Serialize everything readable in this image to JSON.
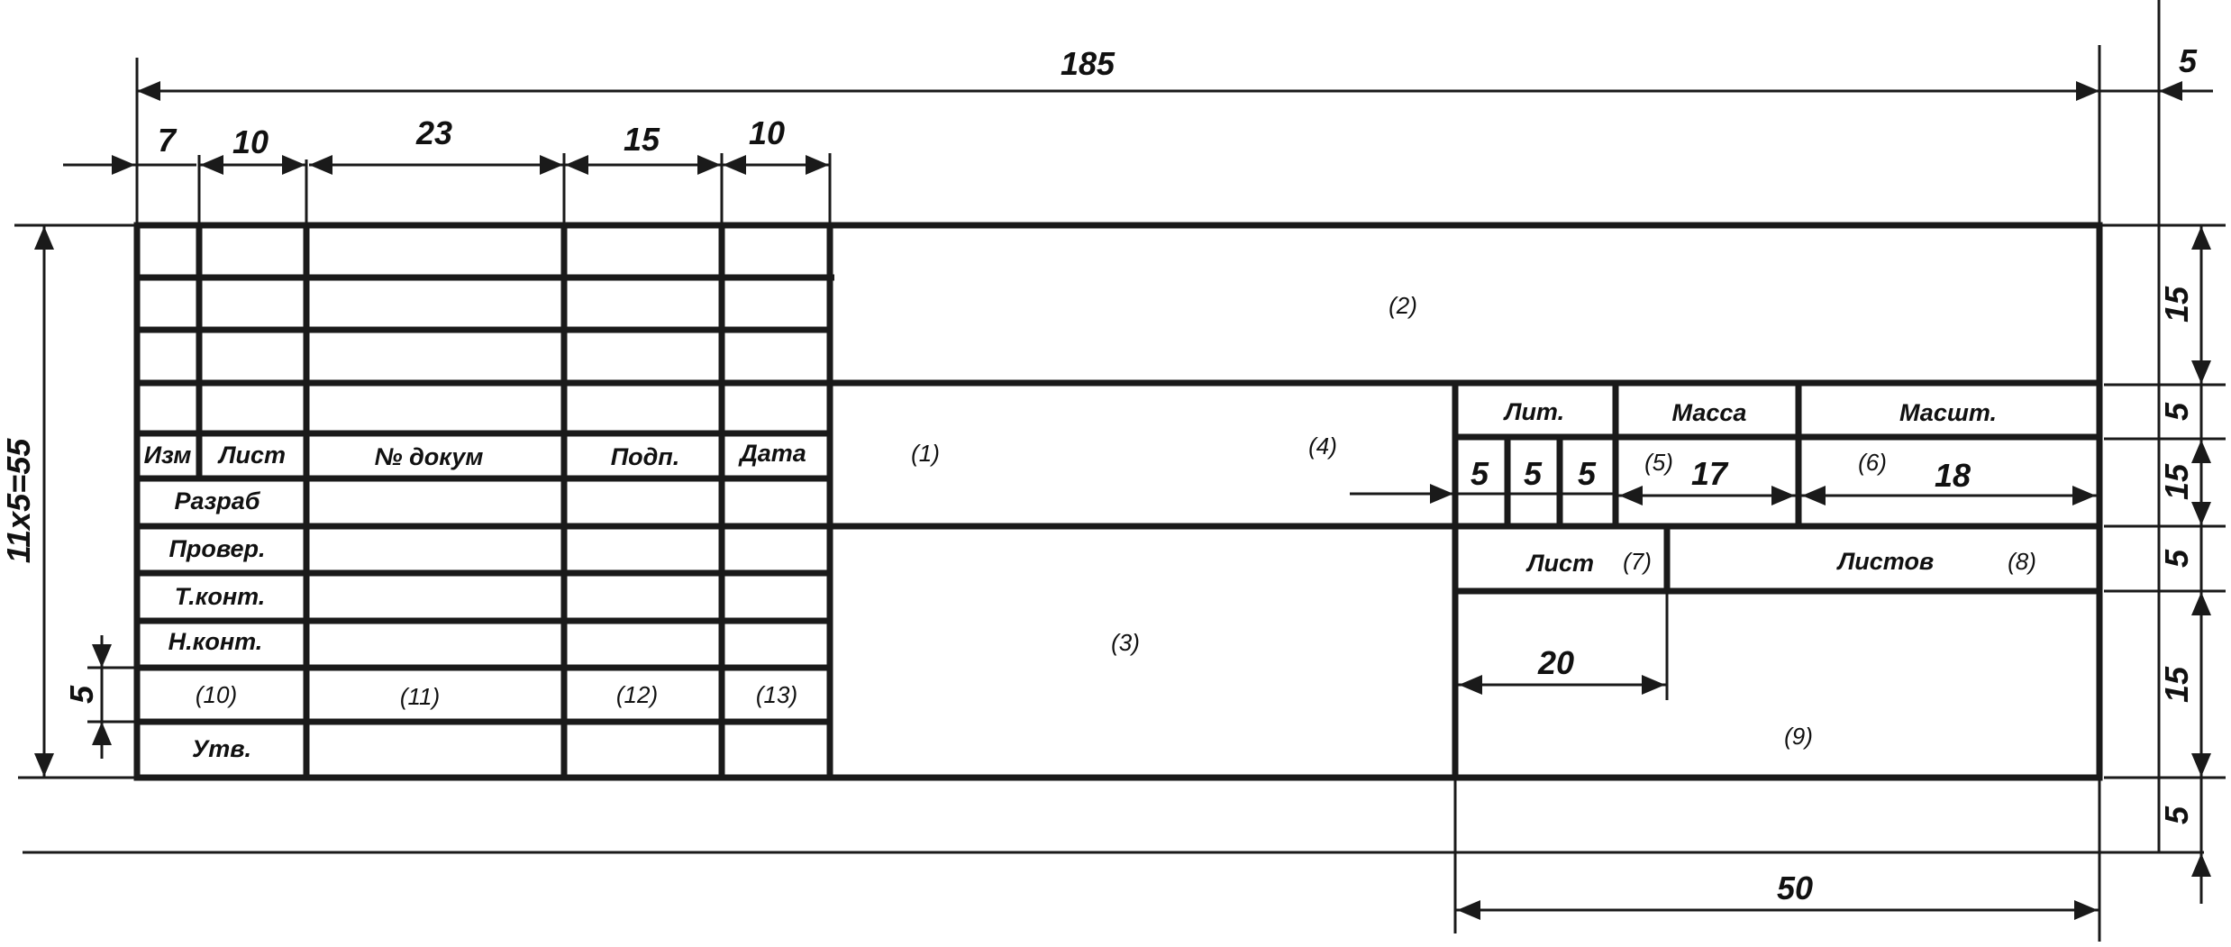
{
  "title": "Title block (stamp) layout per GOST 2.104 — form 1",
  "colors": {
    "line": "#1a1a1a",
    "background": "#ffffff"
  },
  "dimensions": {
    "overall_width": "185",
    "right_margin": "5",
    "col_izm": "7",
    "col_list": "10",
    "col_dokum": "23",
    "col_podp": "15",
    "col_data": "10",
    "overall_height": "11x5=55",
    "row_height": "5",
    "right_15_top": "15",
    "right_5_a": "5",
    "right_15_mid": "15",
    "right_5_b": "5",
    "right_15_bottom": "15",
    "right_5_c": "5",
    "lit_cells": [
      "5",
      "5",
      "5"
    ],
    "massa_width": "17",
    "masst_width": "18",
    "list_width": "20",
    "right_block_width": "50"
  },
  "left_table": {
    "headers": [
      "Изм",
      "Лист",
      "№ докум",
      "Подп.",
      "Дата"
    ],
    "row_labels": [
      "Разраб",
      "Провер.",
      "Т.конт.",
      "Н.конт.",
      "(10)",
      "Утв."
    ],
    "field_indices": [
      "(11)",
      "(12)",
      "(13)"
    ]
  },
  "right_block": {
    "lit_label": "Лит.",
    "massa_label": "Масса",
    "masst_label": "Масшт.",
    "list_label": "Лист",
    "listov_label": "Листов",
    "idx_5": "(5)",
    "idx_6": "(6)",
    "idx_7": "(7)",
    "idx_8": "(8)",
    "idx_9": "(9)"
  },
  "field_markers": {
    "f1": "(1)",
    "f2": "(2)",
    "f3": "(3)",
    "f4": "(4)"
  }
}
